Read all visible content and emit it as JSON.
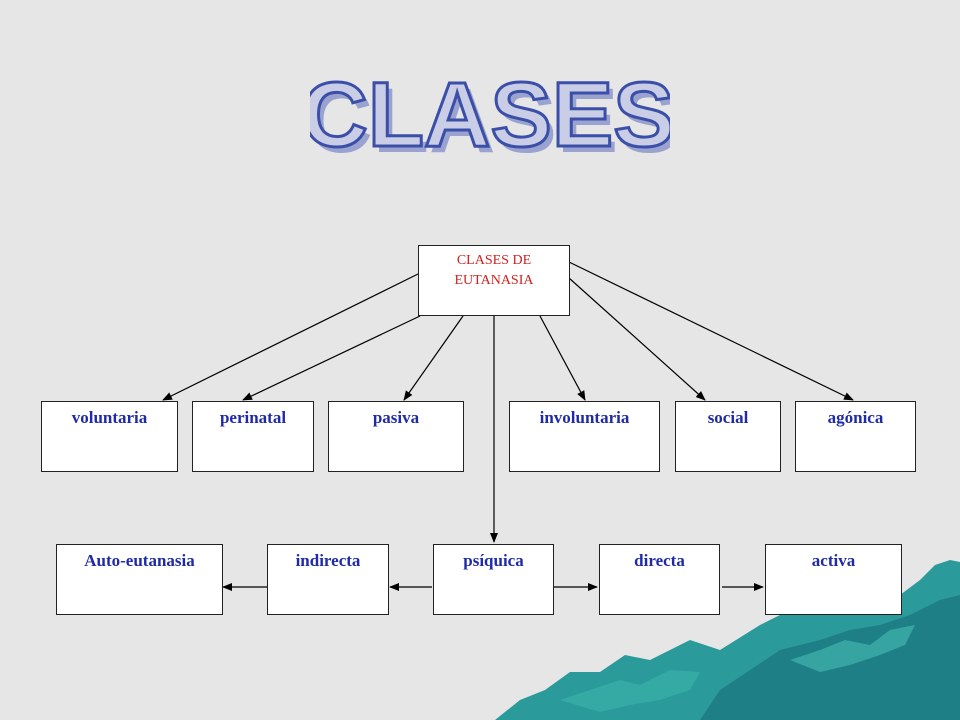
{
  "slide": {
    "title": "CLASES",
    "title_color": "#3b4fa8",
    "accent_mountain": "#2a9a9a"
  },
  "diagram": {
    "root": "CLASES DE EUTANASIA",
    "row1": [
      "voluntaria",
      "perinatal",
      "pasiva",
      "involuntaria",
      "social",
      "agónica"
    ],
    "row2": [
      "Auto-eutanasia",
      "indirecta",
      "psíquica",
      "directa",
      "activa"
    ]
  }
}
